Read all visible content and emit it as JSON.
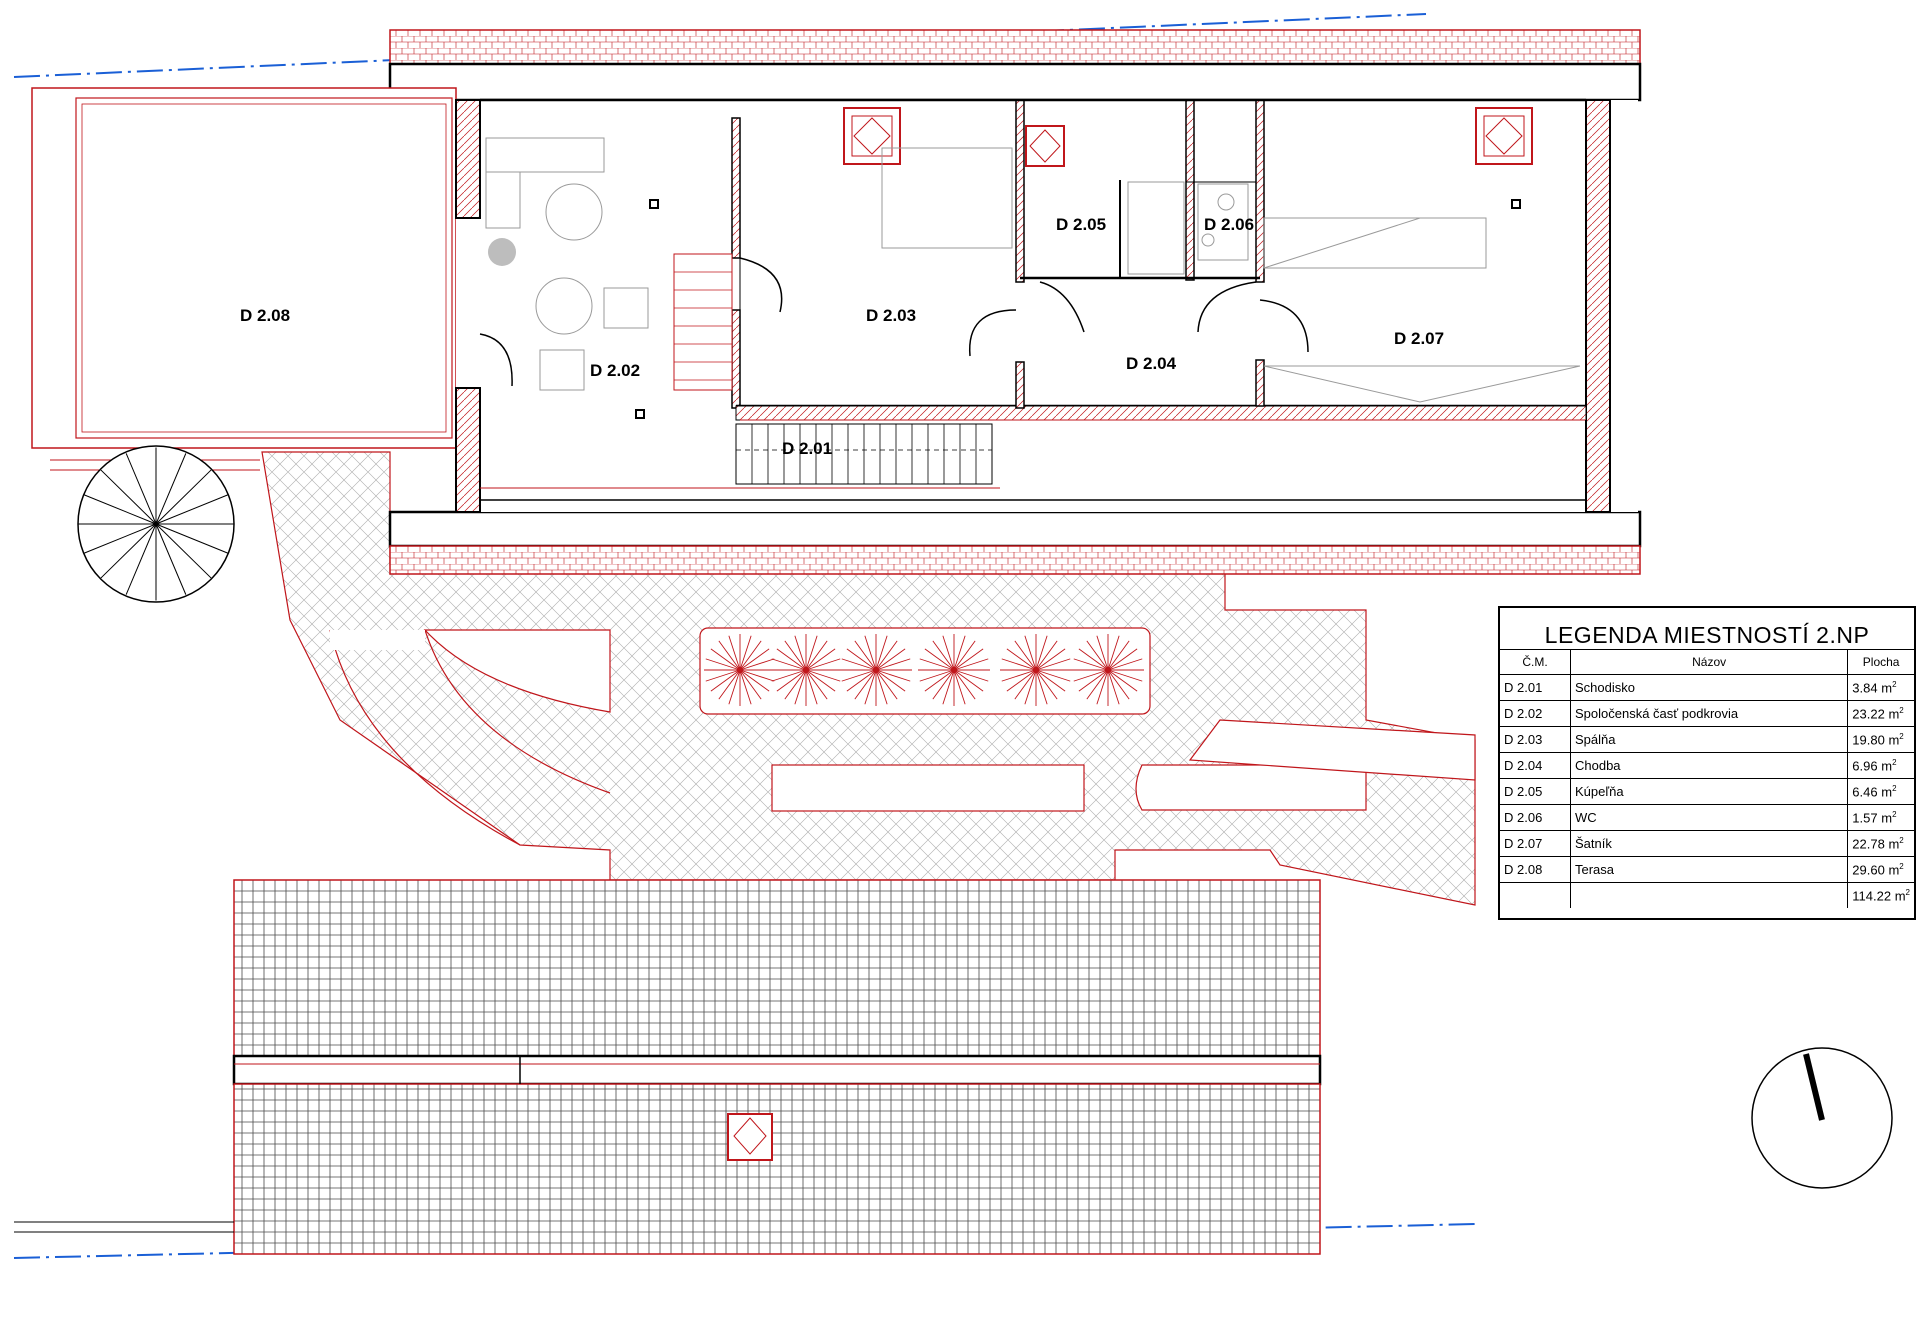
{
  "plan": {
    "rooms": [
      {
        "id": "D 2.01",
        "label": "D 2.01"
      },
      {
        "id": "D 2.02",
        "label": "D 2.02"
      },
      {
        "id": "D 2.03",
        "label": "D 2.03"
      },
      {
        "id": "D 2.04",
        "label": "D 2.04"
      },
      {
        "id": "D 2.05",
        "label": "D 2.05"
      },
      {
        "id": "D 2.06",
        "label": "D 2.06"
      },
      {
        "id": "D 2.07",
        "label": "D 2.07"
      },
      {
        "id": "D 2.08",
        "label": "D 2.08"
      }
    ],
    "colors": {
      "wall": "#000000",
      "section": "#c0161b",
      "axis": "#1a5fd6",
      "pattern": "#b5b5b5"
    }
  },
  "legend": {
    "title": "LEGENDA MIESTNOSTÍ 2.NP",
    "headers": {
      "number": "Č.M.",
      "name": "Názov",
      "area": "Plocha"
    },
    "unit": "m",
    "unit_exp": "2",
    "rows": [
      {
        "number": "D 2.01",
        "name": "Schodisko",
        "area": "3.84"
      },
      {
        "number": "D 2.02",
        "name": "Spoločenská časť podkrovia",
        "area": "23.22"
      },
      {
        "number": "D 2.03",
        "name": "Spálňa",
        "area": "19.80"
      },
      {
        "number": "D 2.04",
        "name": "Chodba",
        "area": "6.96"
      },
      {
        "number": "D 2.05",
        "name": "Kúpeľňa",
        "area": "6.46"
      },
      {
        "number": "D 2.06",
        "name": "WC",
        "area": "1.57"
      },
      {
        "number": "D 2.07",
        "name": "Šatník",
        "area": "22.78"
      },
      {
        "number": "D 2.08",
        "name": "Terasa",
        "area": "29.60"
      }
    ],
    "total": "114.22"
  }
}
